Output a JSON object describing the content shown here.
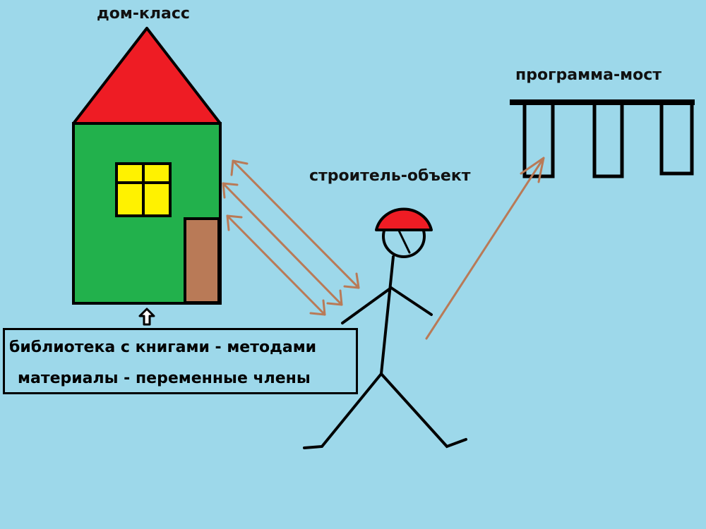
{
  "labels": {
    "house": "дом-класс",
    "bridge": "программа-мост",
    "builder": "строитель-объект"
  },
  "info_box": {
    "line1": "библиотека с книгами - методами",
    "line2": "материалы - переменные члены"
  },
  "colors": {
    "sky": "#9dd8ea",
    "roof": "#ee1c24",
    "house_wall": "#22b14c",
    "window": "#fff200",
    "door": "#b97a57",
    "helmet": "#ee1c24",
    "arrow": "#b97a57",
    "outline": "#000000"
  }
}
